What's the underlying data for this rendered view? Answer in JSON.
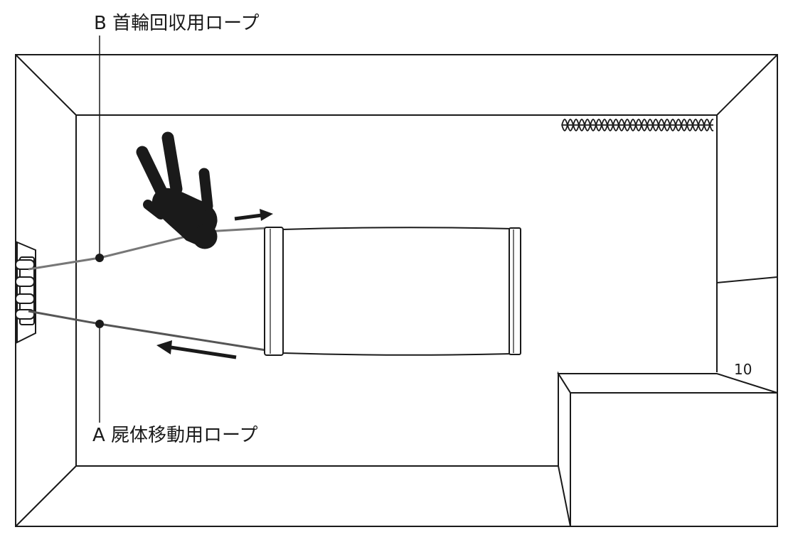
{
  "labels": {
    "rope_b": "B 首輪回収用ロープ",
    "rope_a": "A 屍体移動用ロープ",
    "room_number": "10"
  },
  "colors": {
    "line": "#1a1a1a",
    "rope": "#777777",
    "figure": "#1a1a1a",
    "background": "#ffffff"
  },
  "icons": {
    "body_figure": "human-silhouette-icon",
    "arrow_right": "arrow-right-icon",
    "arrow_left": "arrow-left-icon",
    "curtain": "curtain-wave-icon",
    "mattress": "mattress-icon",
    "pulley": "pulley-fixture-icon"
  }
}
